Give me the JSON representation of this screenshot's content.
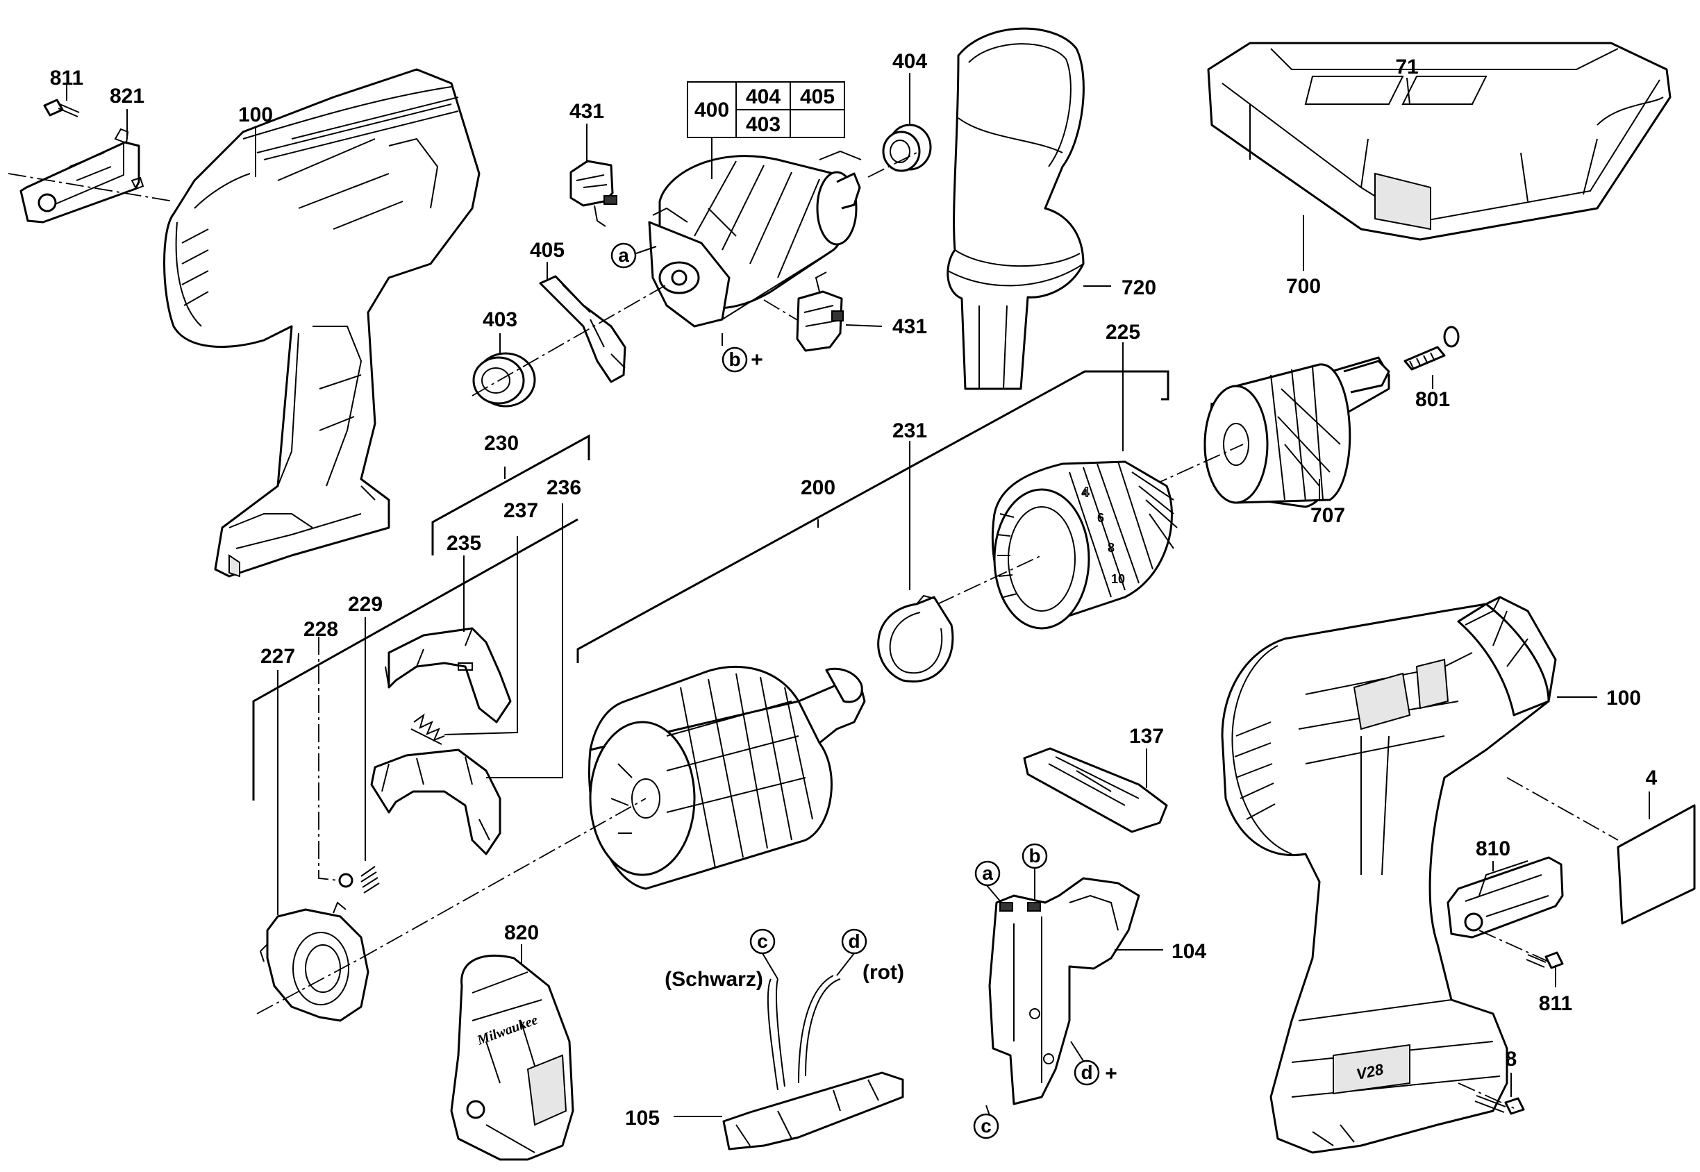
{
  "labels": {
    "p811_top": "811",
    "p821": "821",
    "p100_top": "100",
    "p431_top": "431",
    "p400": "400",
    "p404_box": "404",
    "p405_box": "405",
    "p403_box": "403",
    "p404_top": "404",
    "p71": "71",
    "p405": "405",
    "p431_right": "431",
    "p403": "403",
    "p720": "720",
    "p700": "700",
    "p225": "225",
    "p801": "801",
    "p230": "230",
    "p236": "236",
    "p237": "237",
    "p235": "235",
    "p231": "231",
    "p200": "200",
    "p707": "707",
    "p229": "229",
    "p228": "228",
    "p227": "227",
    "p100_right": "100",
    "p137": "137",
    "p4": "4",
    "p810": "810",
    "p104": "104",
    "p820": "820",
    "p811_bottom": "811",
    "p8": "8",
    "p105": "105",
    "wire_black": "(Schwarz)",
    "wire_red": "(rot)",
    "plus_b": "+",
    "plus_d": "+"
  },
  "connectors": {
    "a_motor": "a",
    "b_motor": "b",
    "a_switch": "a",
    "b_switch": "b",
    "c_wire": "c",
    "d_wire": "d",
    "d_switch": "d",
    "c_switch": "c"
  },
  "chuck_scale": [
    "4",
    "6",
    "8",
    "10"
  ],
  "brand_marks": [
    "Milwaukee",
    "V28"
  ]
}
